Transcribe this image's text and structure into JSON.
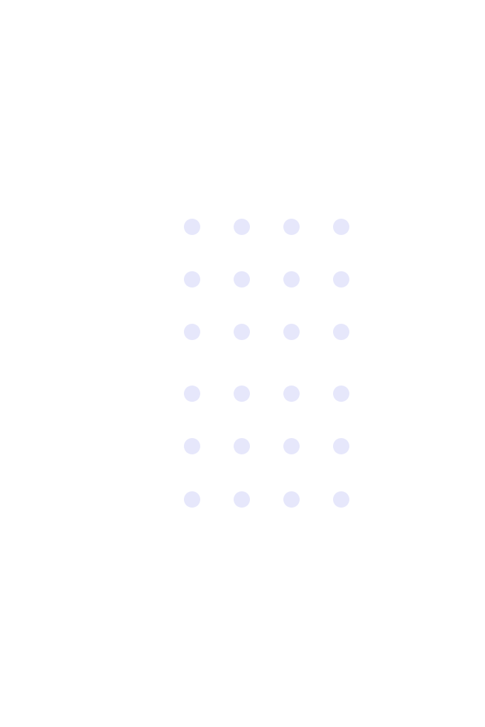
{
  "dot_grid": {
    "rows": 6,
    "columns": 4,
    "groups": 2,
    "rows_per_group": 3,
    "dot_color": "#e6e7fb",
    "background_color": "#ffffff"
  }
}
